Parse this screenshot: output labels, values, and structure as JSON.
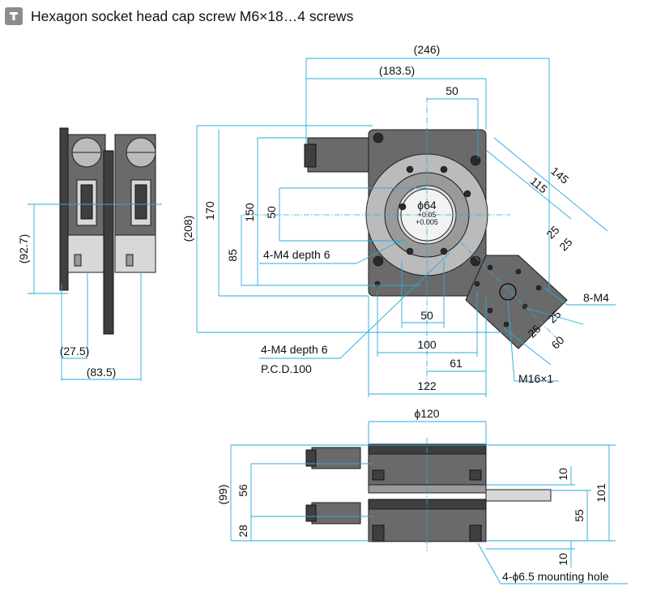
{
  "header": {
    "icon": "wrench-hex-key-icon",
    "title": "Hexagon socket head cap screw M6×18…4 screws"
  },
  "dims": {
    "d246": "(246)",
    "d183_5": "(183.5)",
    "d50_top": "50",
    "d145": "145",
    "d115": "115",
    "d25a": "25",
    "d25b": "25",
    "d208": "(208)",
    "d170": "170",
    "d150": "150",
    "d50_left": "50",
    "d85": "85",
    "phi64": "ϕ64",
    "tol_plus": "+0.05",
    "tol_minus": "+0.005",
    "m4_depth_a": "4-M4 depth 6",
    "m4_depth_b": "4-M4 depth 6",
    "pcd": "P.C.D.100",
    "d50_bottom": "50",
    "d100": "100",
    "d61": "61",
    "d122": "122",
    "m8": "8-M4",
    "d25c": "25",
    "d25d": "25",
    "d60": "60",
    "m16": "M16×1",
    "d92_7": "(92.7)",
    "d27_5": "(27.5)",
    "d83_5": "(83.5)",
    "phi120": "ϕ120",
    "d99": "(99)",
    "d56": "56",
    "d28": "28",
    "d10a": "10",
    "d55": "55",
    "d101": "101",
    "d10b": "10",
    "mounting_hole": "4-ϕ6.5 mounting hole"
  }
}
